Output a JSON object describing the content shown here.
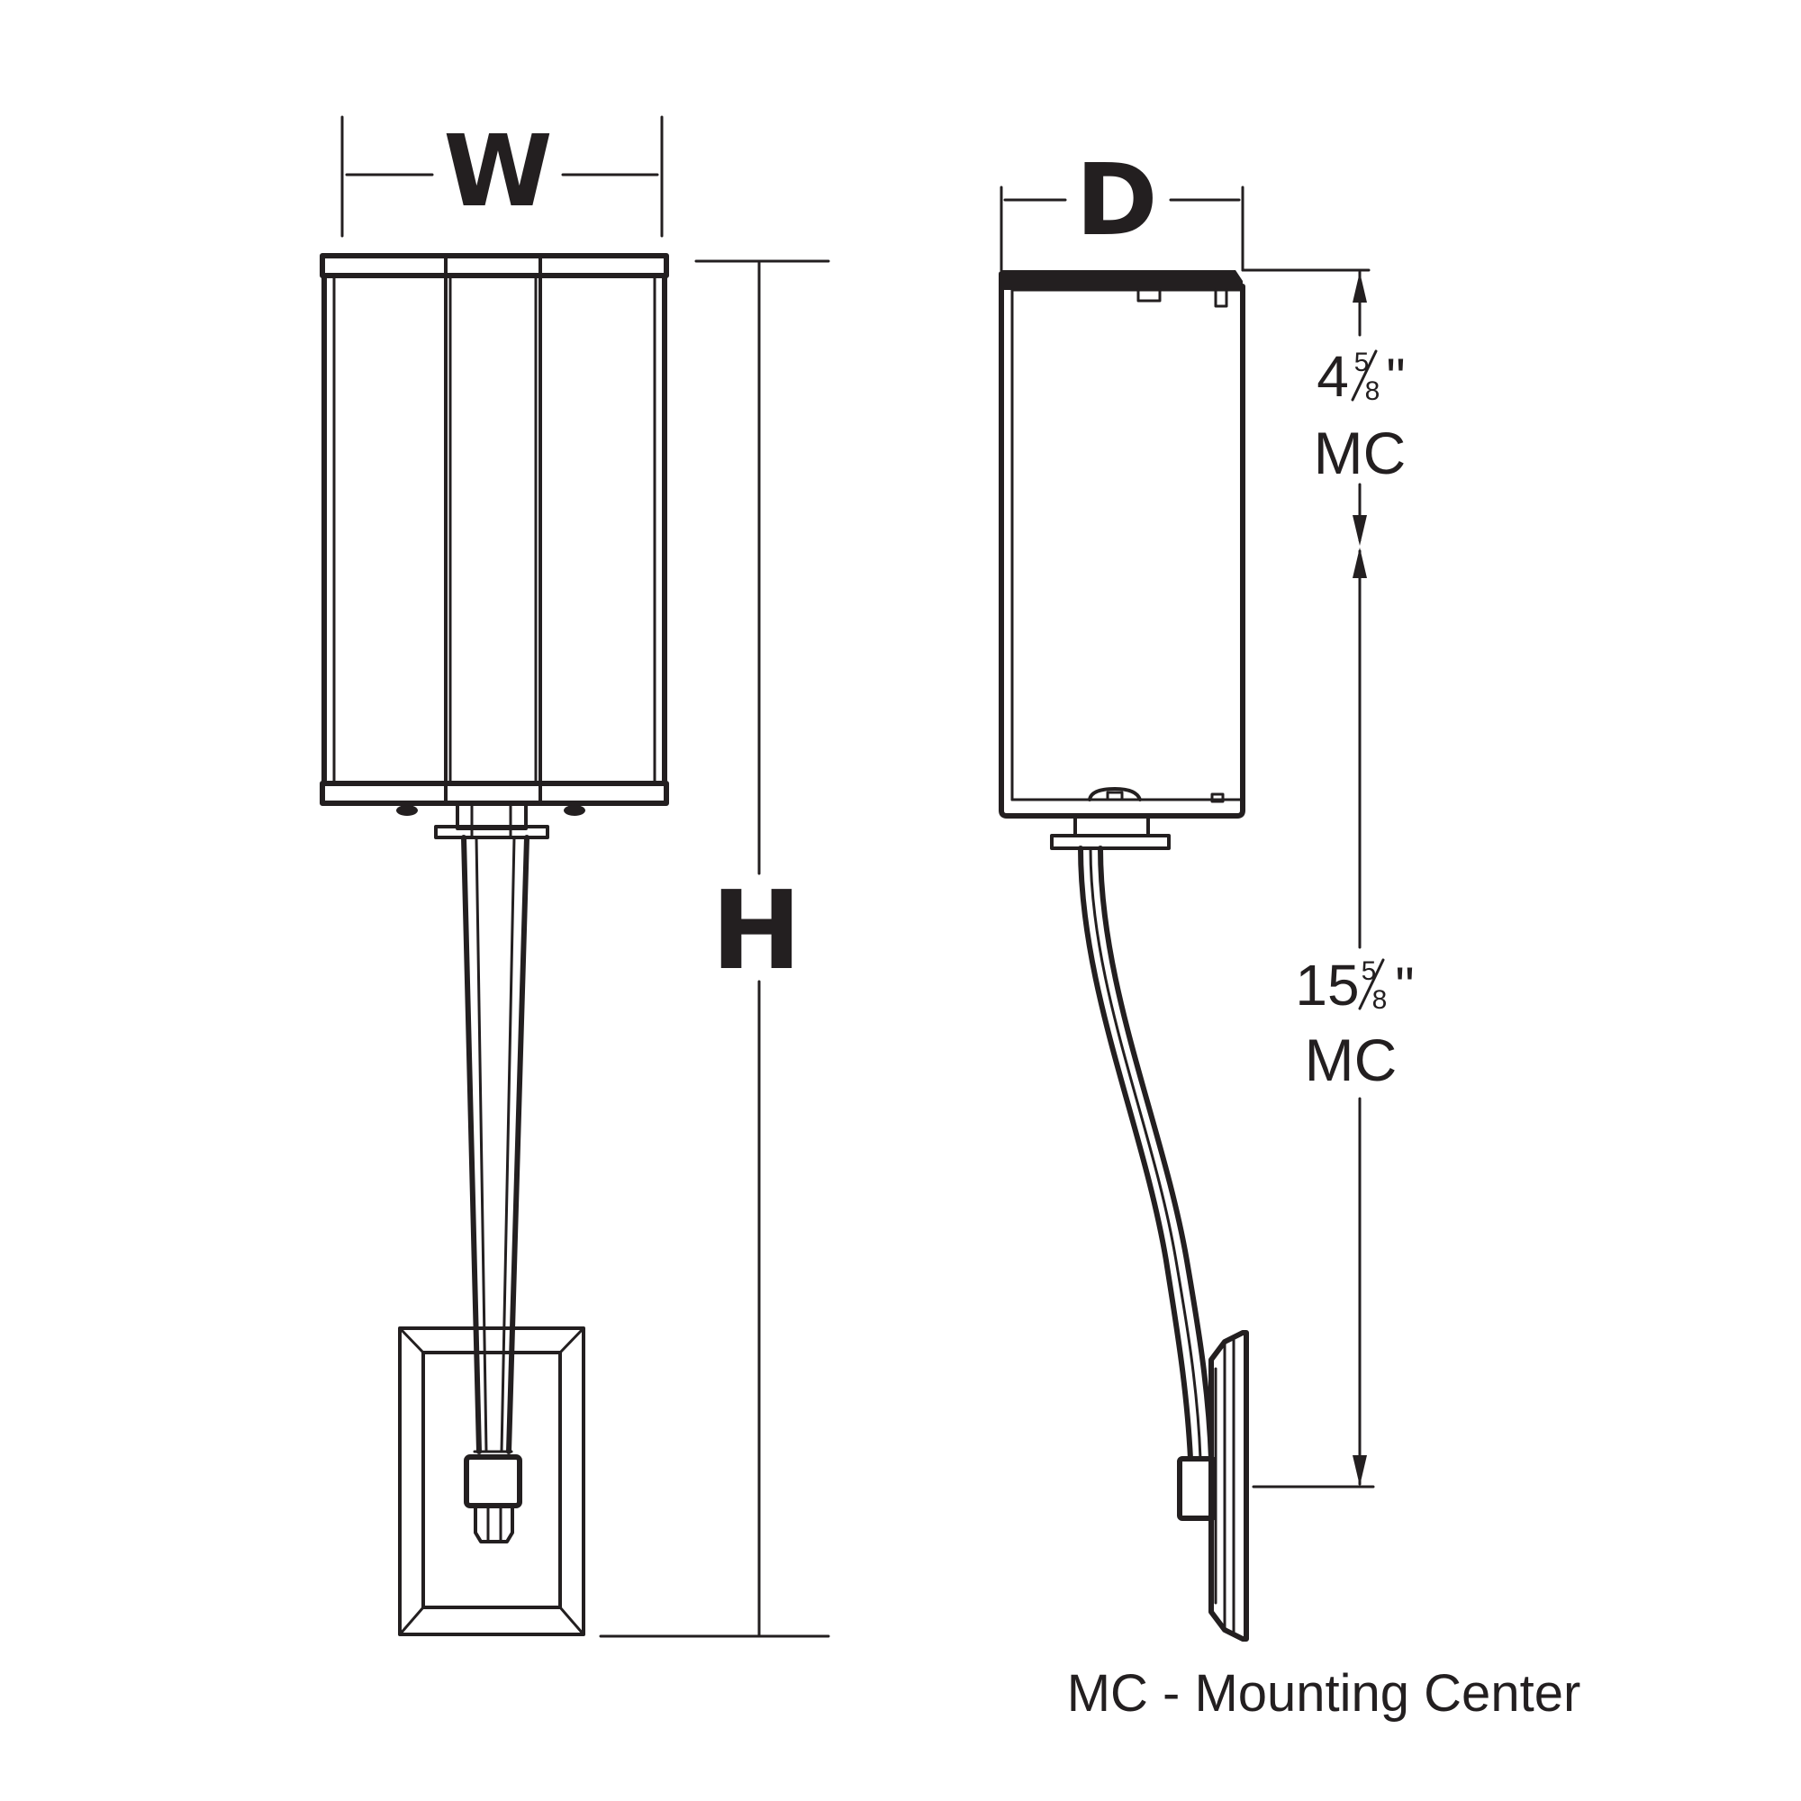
{
  "front_view": {
    "width_label": "W",
    "height_label": "H"
  },
  "side_view": {
    "depth_label": "D",
    "upper_dimension": {
      "whole": "4",
      "numerator": "5",
      "denominator": "8",
      "unit": "\"",
      "suffix": "MC"
    },
    "lower_dimension": {
      "whole": "15",
      "numerator": "5",
      "denominator": "8",
      "unit": "\"",
      "suffix": "MC"
    }
  },
  "legend": {
    "text": "MC - Mounting Center"
  },
  "colors": {
    "ink": "#231f20",
    "background": "#ffffff"
  }
}
